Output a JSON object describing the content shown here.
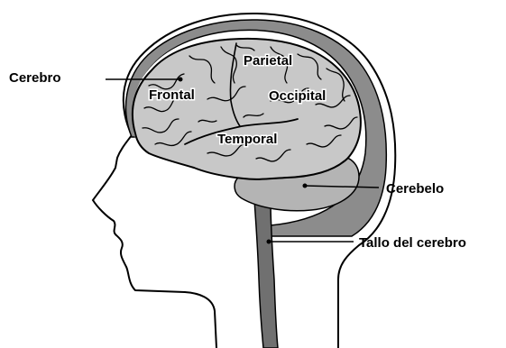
{
  "diagram": {
    "labels": {
      "cerebro": "Cerebro",
      "frontal": "Frontal",
      "parietal": "Parietal",
      "occipital": "Occipital",
      "temporal": "Temporal",
      "cerebelo": "Cerebelo",
      "tallo": "Tallo del cerebro"
    },
    "colors": {
      "outline": "#000000",
      "skull": "#8c8c8c",
      "brain": "#c8c8c8",
      "cerebellum": "#b4b4b4",
      "stem": "#707070",
      "background": "#ffffff"
    }
  }
}
